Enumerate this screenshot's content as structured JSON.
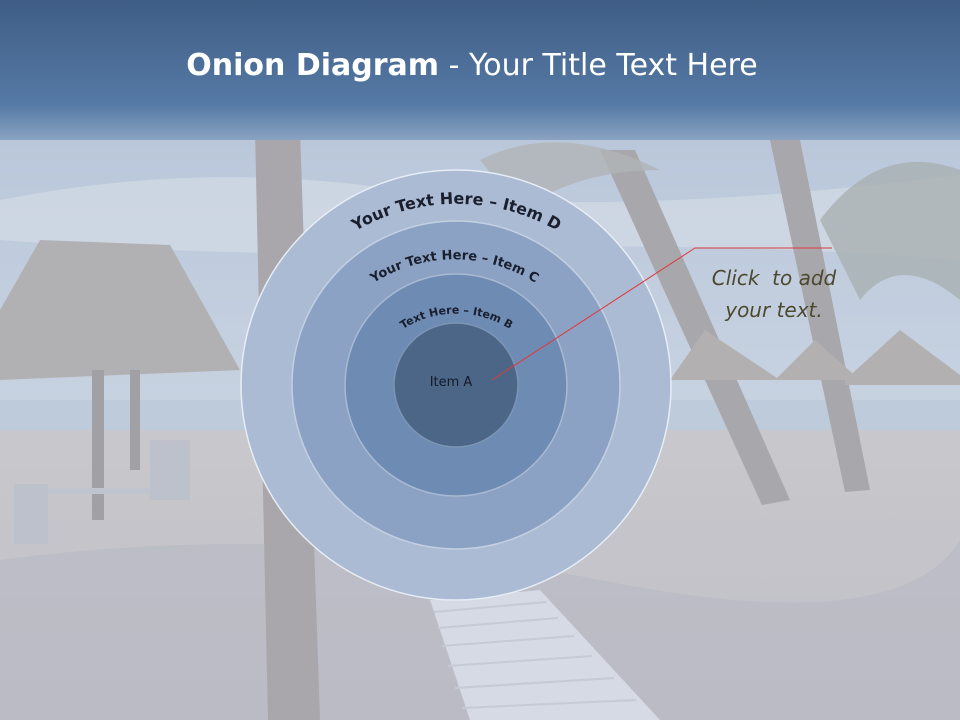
{
  "title": {
    "bold": "Onion Diagram",
    "rest": " - Your Title Text Here"
  },
  "layers": [
    {
      "label": "Your Text Here – Item D",
      "fill": "#aabbd3"
    },
    {
      "label": "Your Text Here – Item C",
      "fill": "#8ba2c4"
    },
    {
      "label": "Text Here – Item B",
      "fill": "#6e8bb4"
    },
    {
      "label": "Item A",
      "fill": "#4c6688"
    }
  ],
  "callout": {
    "line1": "Click  to add",
    "line2": "your text.",
    "line_color": "#e0393c"
  },
  "colors": {
    "header": "#4f6f98",
    "sky": "#b3c3d8",
    "sand": "#c8c4c2"
  }
}
